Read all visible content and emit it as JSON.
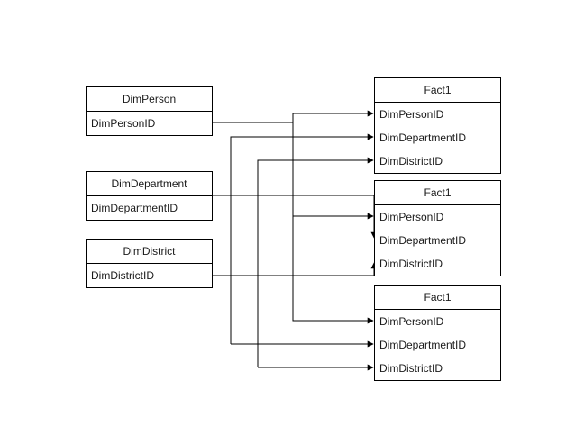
{
  "colors": {
    "line": "#000000",
    "border": "#000000",
    "background": "#ffffff"
  },
  "dimensions": [
    {
      "title": "DimPerson",
      "field": "DimPersonID"
    },
    {
      "title": "DimDepartment",
      "field": "DimDepartmentID"
    },
    {
      "title": "DimDistrict",
      "field": "DimDistrictID"
    }
  ],
  "facts": [
    {
      "title": "Fact1",
      "fields": [
        "DimPersonID",
        "DimDepartmentID",
        "DimDistrictID"
      ]
    },
    {
      "title": "Fact1",
      "fields": [
        "DimPersonID",
        "DimDepartmentID",
        "DimDistrictID"
      ]
    },
    {
      "title": "Fact1",
      "fields": [
        "DimPersonID",
        "DimDepartmentID",
        "DimDistrictID"
      ]
    }
  ]
}
